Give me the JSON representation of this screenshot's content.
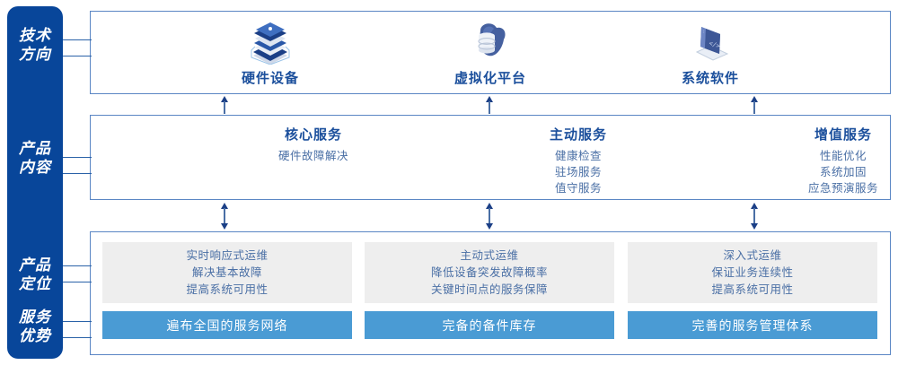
{
  "colors": {
    "rail_blue": "#08469A",
    "panel_border": "#5a86c4",
    "heading_blue": "#1b4f9c",
    "body_blue": "#4a6fa5",
    "bar_blue": "#4a9bd4",
    "card_grey": "#eeeeee"
  },
  "rail": {
    "items": [
      {
        "line1": "技术",
        "line2": "方向",
        "name": "tech-direction"
      },
      {
        "line1": "产品",
        "line2": "内容",
        "name": "product-content"
      },
      {
        "line1": "产品",
        "line2": "定位",
        "name": "product-position"
      },
      {
        "line1": "服务",
        "line2": "优势",
        "name": "service-advantage"
      }
    ]
  },
  "tech_row": {
    "columns": [
      {
        "label": "硬件设备",
        "icon": "server-stack-icon"
      },
      {
        "label": "虚拟化平台",
        "icon": "cloud-database-icon"
      },
      {
        "label": "系统软件",
        "icon": "laptop-code-icon"
      }
    ]
  },
  "content_row": {
    "columns": [
      {
        "title": "核心服务",
        "items": [
          "硬件故障解决"
        ]
      },
      {
        "title": "主动服务",
        "items": [
          "健康检查",
          "驻场服务",
          "值守服务"
        ]
      },
      {
        "title": "增值服务",
        "items": [
          "性能优化",
          "系统加固",
          "应急预演服务"
        ]
      }
    ]
  },
  "bottom_row": {
    "cards": [
      {
        "lines": [
          "实时响应式运维",
          "解决基本故障",
          "提高系统可用性"
        ],
        "bar": "遍布全国的服务网络"
      },
      {
        "lines": [
          "主动式运维",
          "降低设备突发故障概率",
          "关键时间点的服务保障"
        ],
        "bar": "完备的备件库存"
      },
      {
        "lines": [
          "深入式运维",
          "保证业务连续性",
          "提高系统可用性"
        ],
        "bar": "完善的服务管理体系"
      }
    ]
  }
}
